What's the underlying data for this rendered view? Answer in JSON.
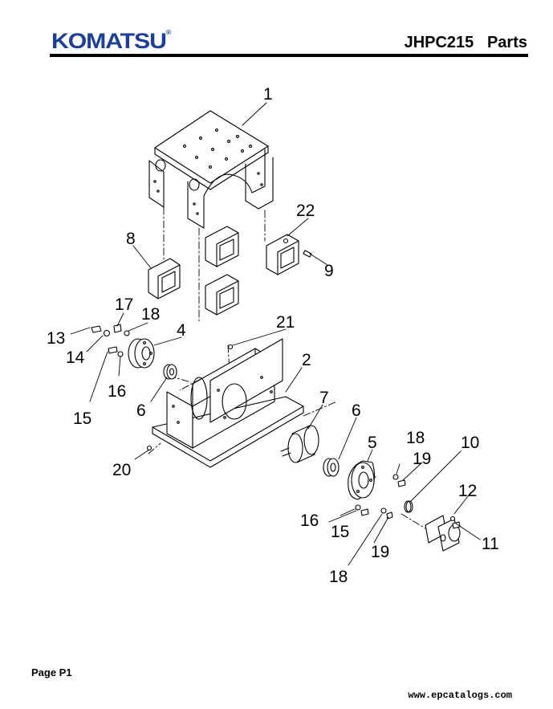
{
  "header": {
    "brand": "KOMATSU",
    "brand_mark": "®",
    "title": "JHPC215   Parts"
  },
  "callouts": {
    "c1": "1",
    "c2": "2",
    "c4": "4",
    "c5": "5",
    "c6a": "6",
    "c6b": "6",
    "c7": "7",
    "c8": "8",
    "c9": "9",
    "c10": "10",
    "c11": "11",
    "c12": "12",
    "c13": "13",
    "c14": "14",
    "c15a": "15",
    "c15b": "15",
    "c16a": "16",
    "c16b": "16",
    "c17": "17",
    "c18a": "18",
    "c18b": "18",
    "c18c": "18",
    "c19a": "19",
    "c19b": "19",
    "c20": "20",
    "c21": "21",
    "c22": "22"
  },
  "footer": {
    "page": "Page P1",
    "website": "www.epcatalogs.com"
  },
  "colors": {
    "brand": "#1d3f9c",
    "ink": "#000000"
  }
}
